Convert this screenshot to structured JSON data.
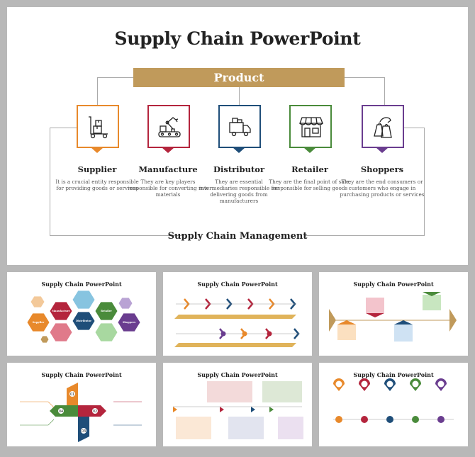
{
  "main": {
    "title": "Supply Chain PowerPoint",
    "product": "Product",
    "footer": "Supply Chain Management",
    "stages": [
      {
        "name": "Supplier",
        "desc": "It is a crucial entity responsible for providing goods or services",
        "color": "#e8892b",
        "icon": "hand-truck-icon"
      },
      {
        "name": "Manufacture",
        "desc": "They are key players responsible for converting raw materials",
        "color": "#b4253d",
        "icon": "robot-arm-icon"
      },
      {
        "name": "Distributor",
        "desc": "They are essential intermediaries responsible for delivering goods from manufacturers",
        "color": "#1f4e79",
        "icon": "delivery-truck-icon"
      },
      {
        "name": "Retailer",
        "desc": "They are the final point of sale, responsible for selling goods",
        "color": "#4a8b3b",
        "icon": "storefront-icon"
      },
      {
        "name": "Shoppers",
        "desc": "They are the end consumers or customers who engage in purchasing products or services",
        "color": "#6a3d8f",
        "icon": "shopping-bags-icon"
      }
    ]
  },
  "thumbnails": [
    {
      "title": "Supply Chain PowerPoint",
      "style": "hexagon"
    },
    {
      "title": "Supply Chain PowerPoint",
      "style": "chevron"
    },
    {
      "title": "Supply Chain PowerPoint",
      "style": "arrow-notes"
    },
    {
      "title": "Supply Chain PowerPoint",
      "style": "puzzle"
    },
    {
      "title": "Supply Chain PowerPoint",
      "style": "flow-boxes"
    },
    {
      "title": "Supply Chain PowerPoint",
      "style": "pins"
    }
  ]
}
